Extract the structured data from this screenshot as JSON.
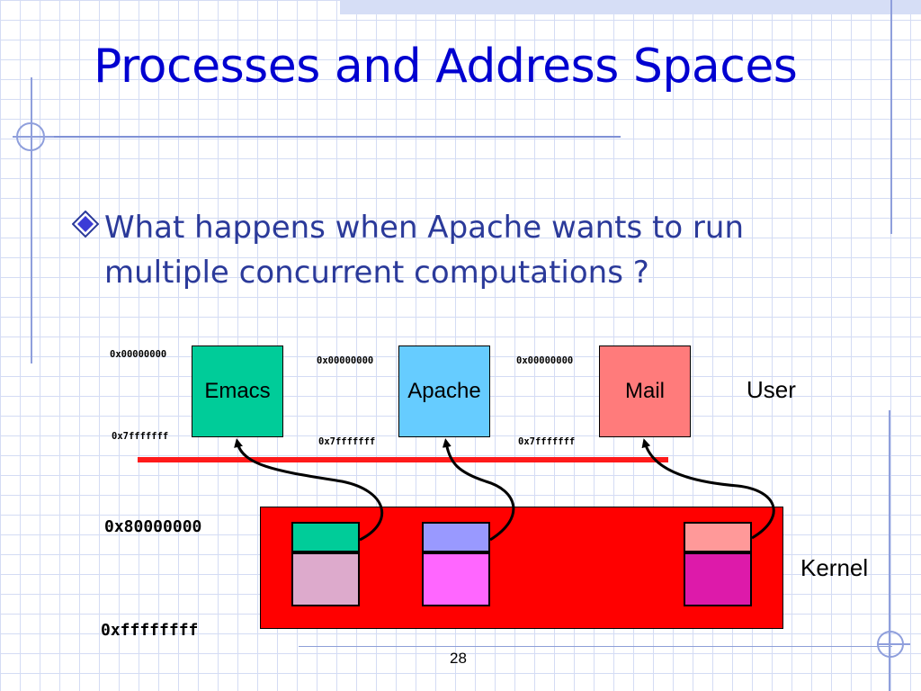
{
  "slide": {
    "title": "Processes and Address Spaces",
    "bullet": "What happens when Apache wants to run multiple concurrent computations ?",
    "page_number": "28"
  },
  "processes": [
    {
      "name": "Emacs",
      "color": "#00cc99",
      "addr_start": "0x00000000",
      "addr_end": "0x7fffffff"
    },
    {
      "name": "Apache",
      "color": "#66ccff",
      "addr_start": "0x00000000",
      "addr_end": "0x7fffffff"
    },
    {
      "name": "Mail",
      "color": "#ff7b7b",
      "addr_start": "0x00000000",
      "addr_end": "0x7fffffff"
    }
  ],
  "labels": {
    "user": "User",
    "kernel": "Kernel",
    "kernel_start": "0x80000000",
    "kernel_end": "0xffffffff"
  },
  "kernel_pages": [
    {
      "top_color": "#00cc99",
      "bottom_color": "#ddaacc"
    },
    {
      "top_color": "#9999ff",
      "bottom_color": "#ff66ff"
    },
    {
      "top_color": "#ff9999",
      "bottom_color": "#dd1aaa"
    }
  ],
  "colors": {
    "title": "#0000d0",
    "bullet_text": "#2b3a9a",
    "divider": "#ff1a1a",
    "kernel_block": "#ff0000"
  }
}
